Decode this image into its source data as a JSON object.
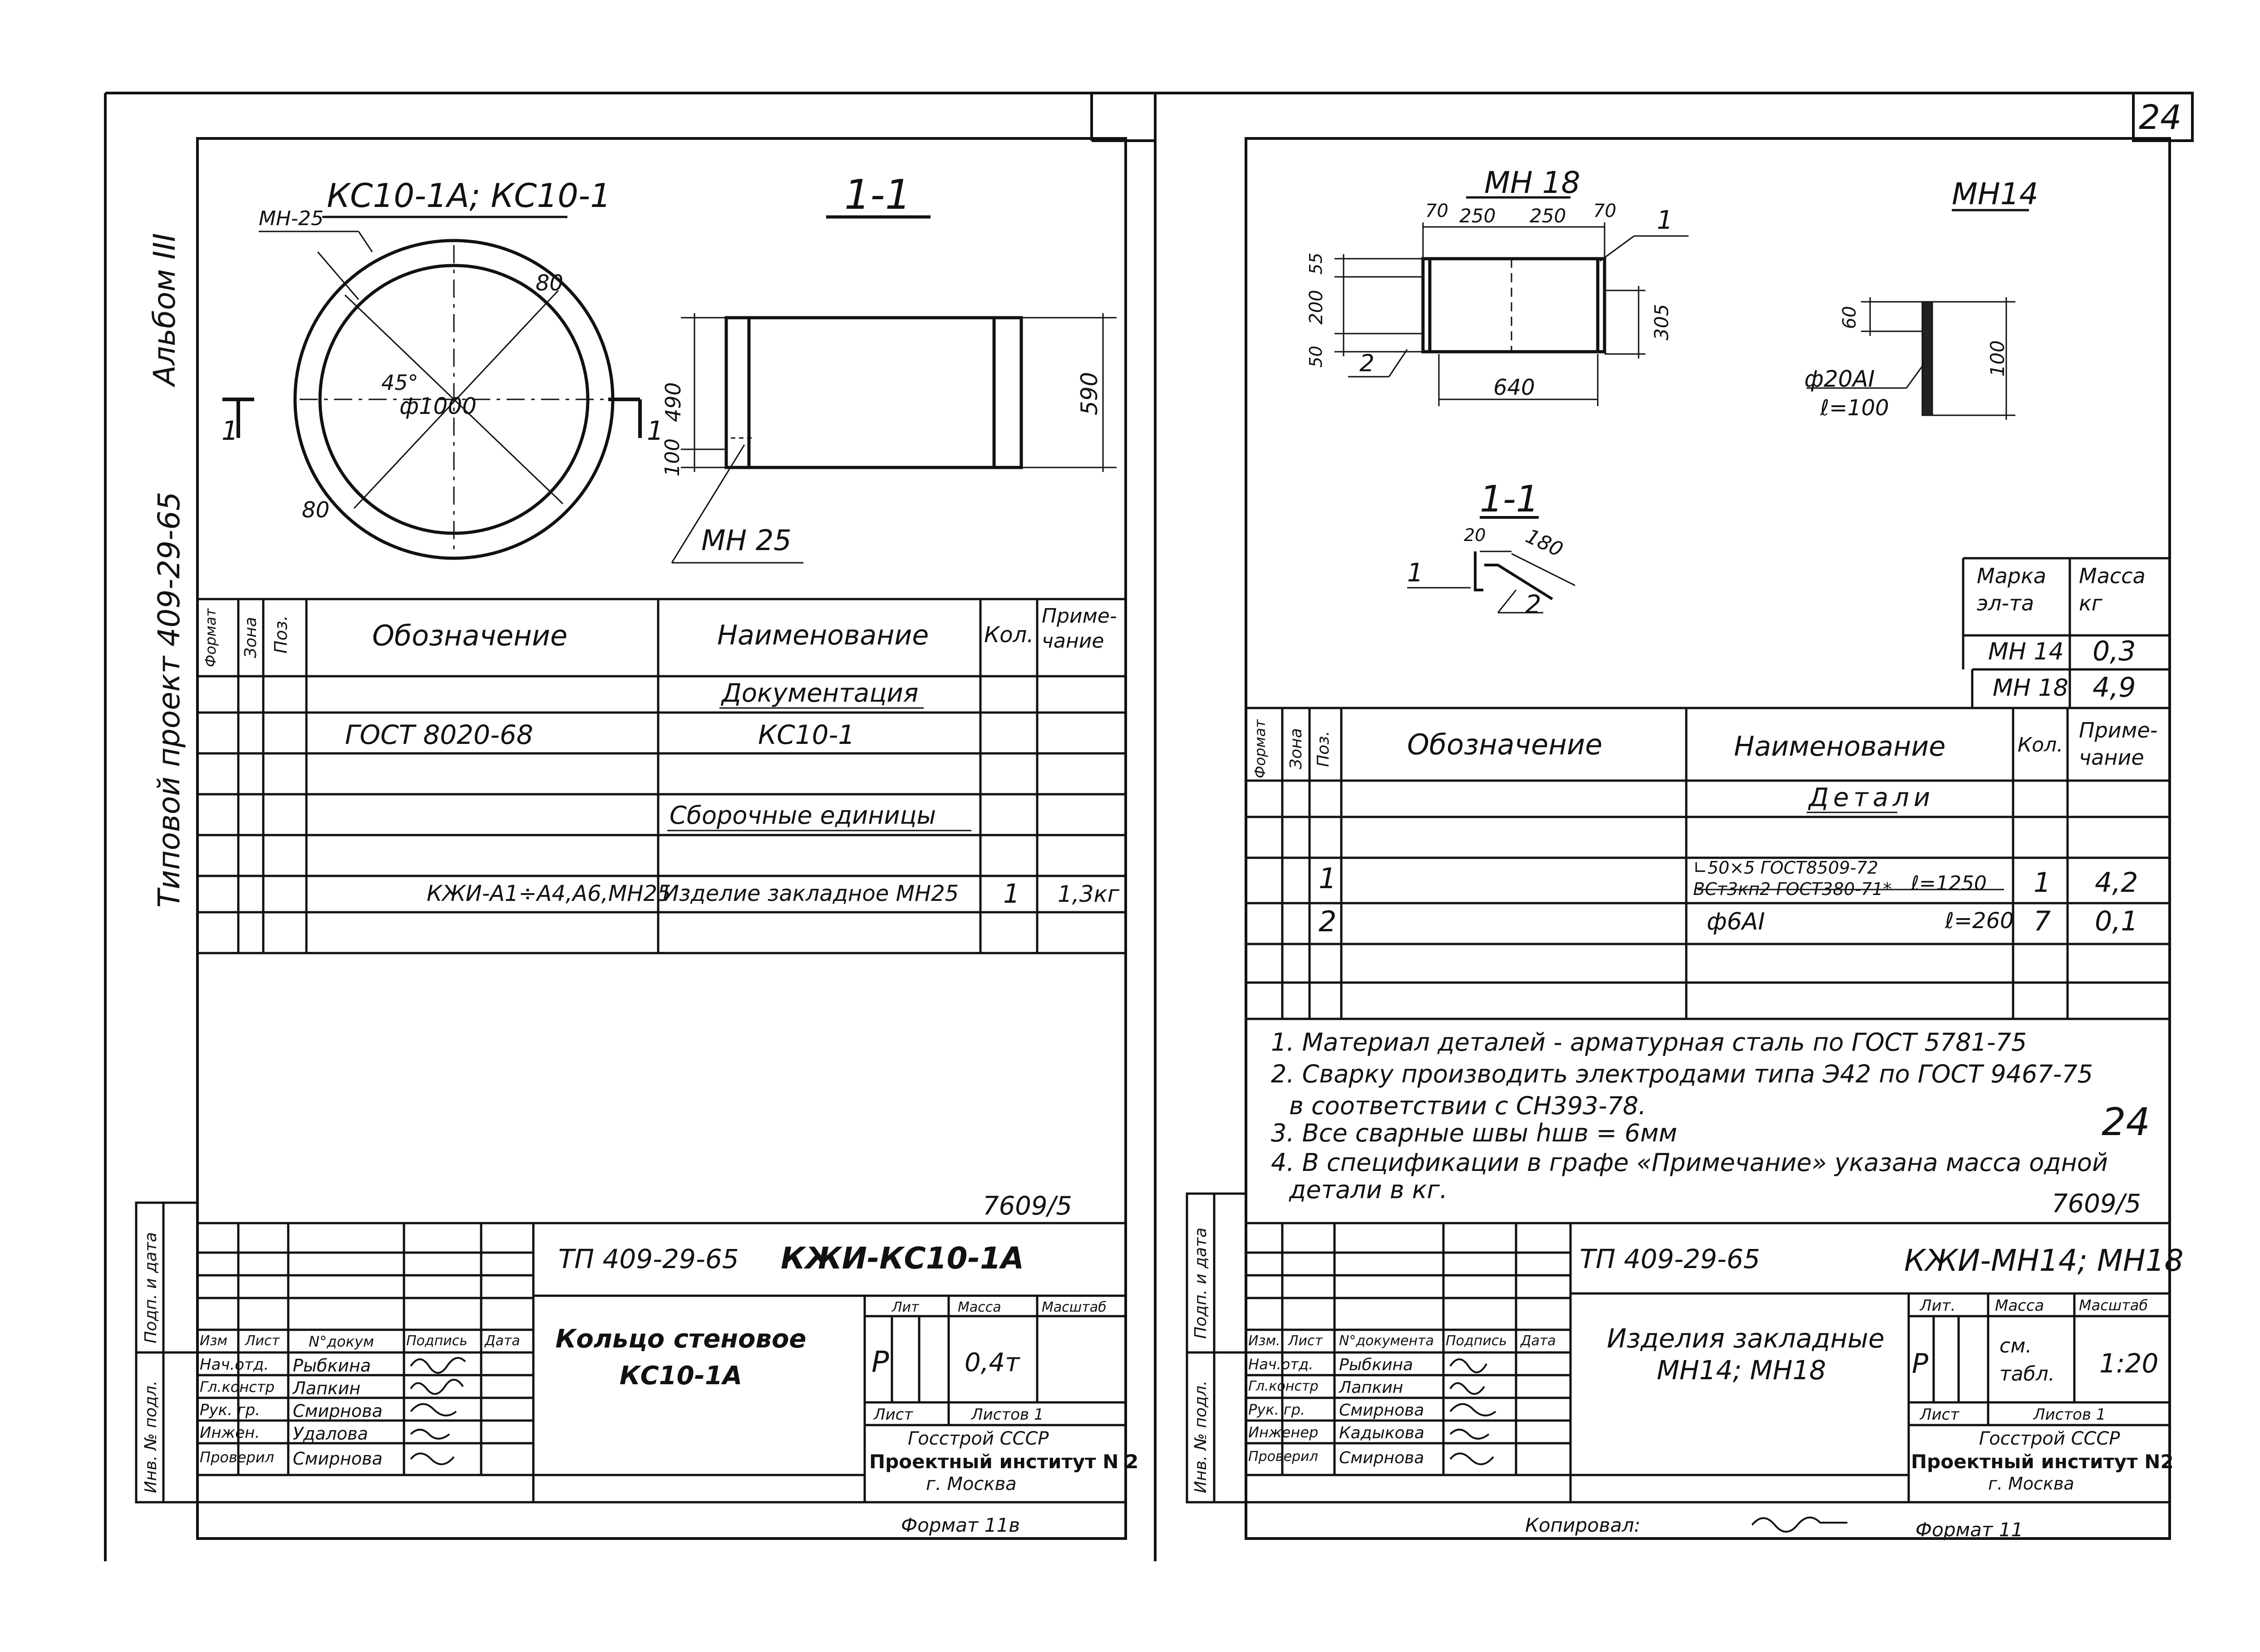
{
  "album": "Альбом III",
  "project": "Типовой проект 409-29-65",
  "sheet_number": "24",
  "sheet_number_note": "24",
  "copied_by_label": "Копировал:",
  "left_sheet": {
    "mark_heading": "КС10-1А; КС10-1",
    "section_heading": "1-1",
    "callout_mn25_top": "МН-25",
    "callout_mn25_bottom": "МН 25",
    "dim_80_a": "80",
    "dim_80_b": "80",
    "angle": "45°",
    "diameter": "ф1000",
    "section_mark_left": "1",
    "section_mark_right": "1",
    "dim_490": "490",
    "dim_100": "100",
    "dim_590": "590",
    "table_headers": {
      "format": "Формат",
      "zone": "Зона",
      "pos": "Поз.",
      "designation": "Обозначение",
      "name": "Наименование",
      "qty": "Кол.",
      "note": "Приме-чание"
    },
    "table_rows": [
      {
        "designation": "",
        "name": "Документация",
        "qty": "",
        "note": ""
      },
      {
        "designation": "ГОСТ 8020-68",
        "name": "КС10-1",
        "qty": "",
        "note": ""
      },
      {
        "designation": "",
        "name": "Сборочные единицы",
        "qty": "",
        "note": ""
      },
      {
        "designation": "КЖИ-А1÷А4,А6,МН25",
        "name": "Изделие закладное МН25",
        "qty": "1",
        "note": "1,3кг"
      }
    ],
    "stamp_code": "7609/5",
    "tb_project": "ТП 409-29-65",
    "tb_code": "КЖИ-КС10-1А",
    "tb_title": "Кольцо стеновое КС10-1А",
    "tb_lit_label": "Лит",
    "tb_mass_label": "Масса",
    "tb_scale_label": "Масштаб",
    "tb_lit": "Р",
    "tb_mass": "0,4т",
    "tb_sheet_label": "Лист",
    "tb_sheets_label": "Листов 1",
    "tb_org1": "Госстрой СССР",
    "tb_org2": "Проектный институт N 2",
    "tb_org3": "г. Москва",
    "tb_col_izm": "Изм",
    "tb_col_list": "Лист",
    "tb_col_doc": "N°докум",
    "tb_col_sign": "Подпись",
    "tb_col_date": "Дата",
    "staff": [
      {
        "role": "Нач.отд.",
        "name": "Рыбкина"
      },
      {
        "role": "Гл.констр",
        "name": "Лапкин"
      },
      {
        "role": "Рук. гр.",
        "name": "Смирнова"
      },
      {
        "role": "Инжен.",
        "name": "Удалова"
      },
      {
        "role": "Проверил",
        "name": "Смирнова"
      }
    ],
    "format_label": "Формат 11в",
    "side_inv": "Инв. № подл.",
    "side_sign": "Подп. и дата"
  },
  "right_sheet": {
    "heading_mn18": "МН 18",
    "heading_mn14": "МН14",
    "dim_70a": "70",
    "dim_250a": "250",
    "dim_250b": "250",
    "dim_70b": "70",
    "callout_1": "1",
    "callout_2": "2",
    "dim_55": "55",
    "dim_200": "200",
    "dim_50": "50",
    "dim_305": "305",
    "dim_640": "640",
    "dim_60": "60",
    "dim_100": "100",
    "bar_mark": "ф20АI",
    "bar_length": "ℓ=100",
    "section_heading": "1-1",
    "dim_20": "20",
    "dim_180": "180",
    "callout_sec_1": "1",
    "callout_sec_2": "2",
    "mass_table": {
      "header_mark": "Марка эл-та",
      "header_mass": "Масса кг",
      "rows": [
        {
          "mark": "МН 14",
          "mass": "0,3"
        },
        {
          "mark": "МН 18",
          "mass": "4,9"
        }
      ]
    },
    "table_headers": {
      "format": "Формат",
      "zone": "Зона",
      "pos": "Поз.",
      "designation": "Обозначение",
      "name": "Наименование",
      "qty": "Кол.",
      "note": "Приме-чание"
    },
    "table_section": "Детали",
    "table_rows": [
      {
        "pos": "1",
        "name_line1": "∟50×5 ГОСТ8509-72",
        "name_line2": "ВСт3кп2 ГОСТ380-71*",
        "length": "ℓ=1250",
        "qty": "1",
        "note": "4,2"
      },
      {
        "pos": "2",
        "name_line1": "ф6АI",
        "name_line2": "",
        "length": "ℓ=260",
        "qty": "7",
        "note": "0,1"
      }
    ],
    "notes": [
      "1. Материал деталей - арматурная сталь по ГОСТ 5781-75",
      "2. Сварку производить электродами типа Э42 по ГОСТ 9467-75",
      "в соответствии с СН393-78.",
      "3. Все сварные швы hшв = 6мм",
      "4. В спецификации в графе «Примечание» указана масса одной",
      "детали в кг."
    ],
    "stamp_code": "7609/5",
    "tb_project": "ТП 409-29-65",
    "tb_code": "КЖИ-МН14; МН18",
    "tb_title_1": "Изделия закладные",
    "tb_title_2": "МН14; МН18",
    "tb_lit_label": "Лит.",
    "tb_mass_label": "Масса",
    "tb_scale_label": "Масштаб",
    "tb_lit": "Р",
    "tb_mass": "см. табл.",
    "tb_scale": "1:20",
    "tb_sheet_label": "Лист",
    "tb_sheets_label": "Листов 1",
    "tb_org1": "Госстрой СССР",
    "tb_org2": "Проектный институт N2",
    "tb_org3": "г. Москва",
    "tb_col_izm": "Изм.",
    "tb_col_list": "Лист",
    "tb_col_doc": "N°документа",
    "tb_col_sign": "Подпись",
    "tb_col_date": "Дата",
    "staff": [
      {
        "role": "Нач.отд.",
        "name": "Рыбкина"
      },
      {
        "role": "Гл.констр",
        "name": "Лапкин"
      },
      {
        "role": "Рук. гр.",
        "name": "Смирнова"
      },
      {
        "role": "Инженер",
        "name": "Кадыкова"
      },
      {
        "role": "Проверил",
        "name": "Смирнова"
      }
    ],
    "format_label": "Формат 11",
    "side_inv": "Инв. № подл.",
    "side_sign": "Подп. и дата"
  }
}
